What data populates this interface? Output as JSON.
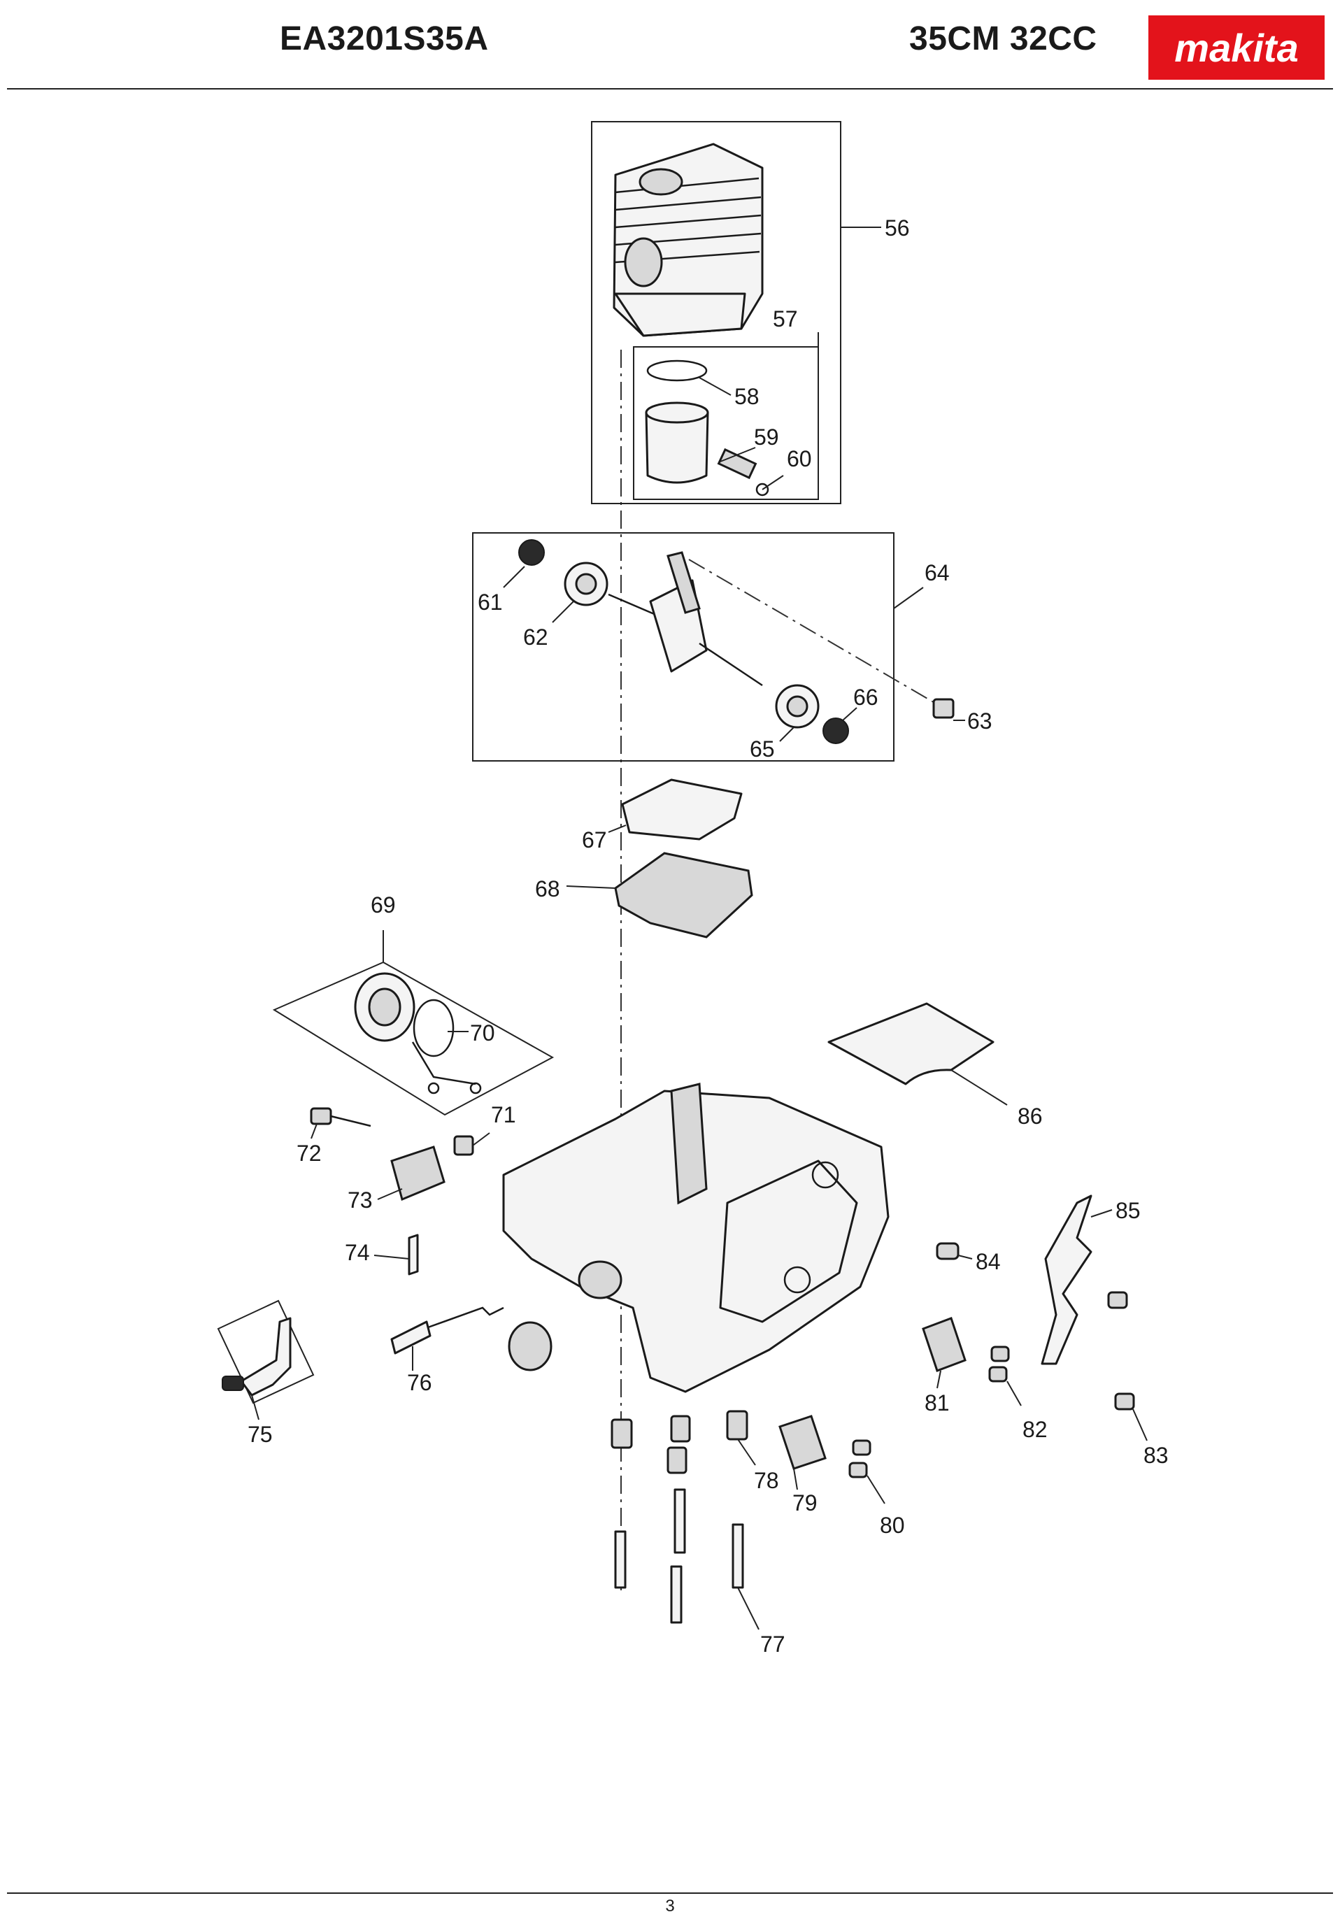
{
  "header": {
    "model": "EA3201S35A",
    "size": "35CM 32CC",
    "logo_text": "makita",
    "logo_color": "#e3131b"
  },
  "footer": {
    "page_number": "3"
  },
  "callouts": [
    {
      "id": "c56",
      "text": "56"
    },
    {
      "id": "c57",
      "text": "57"
    },
    {
      "id": "c58",
      "text": "58"
    },
    {
      "id": "c59",
      "text": "59"
    },
    {
      "id": "c60",
      "text": "60"
    },
    {
      "id": "c61",
      "text": "61"
    },
    {
      "id": "c62",
      "text": "62"
    },
    {
      "id": "c63",
      "text": "63"
    },
    {
      "id": "c64",
      "text": "64"
    },
    {
      "id": "c65",
      "text": "65"
    },
    {
      "id": "c66",
      "text": "66"
    },
    {
      "id": "c67",
      "text": "67"
    },
    {
      "id": "c68",
      "text": "68"
    },
    {
      "id": "c69",
      "text": "69"
    },
    {
      "id": "c70",
      "text": "70"
    },
    {
      "id": "c71",
      "text": "71"
    },
    {
      "id": "c72",
      "text": "72"
    },
    {
      "id": "c73",
      "text": "73"
    },
    {
      "id": "c74",
      "text": "74"
    },
    {
      "id": "c75",
      "text": "75"
    },
    {
      "id": "c76",
      "text": "76"
    },
    {
      "id": "c77",
      "text": "77"
    },
    {
      "id": "c78",
      "text": "78"
    },
    {
      "id": "c79",
      "text": "79"
    },
    {
      "id": "c80",
      "text": "80"
    },
    {
      "id": "c81",
      "text": "81"
    },
    {
      "id": "c82",
      "text": "82"
    },
    {
      "id": "c83",
      "text": "83"
    },
    {
      "id": "c84",
      "text": "84"
    },
    {
      "id": "c85",
      "text": "85"
    },
    {
      "id": "c86",
      "text": "86"
    }
  ]
}
